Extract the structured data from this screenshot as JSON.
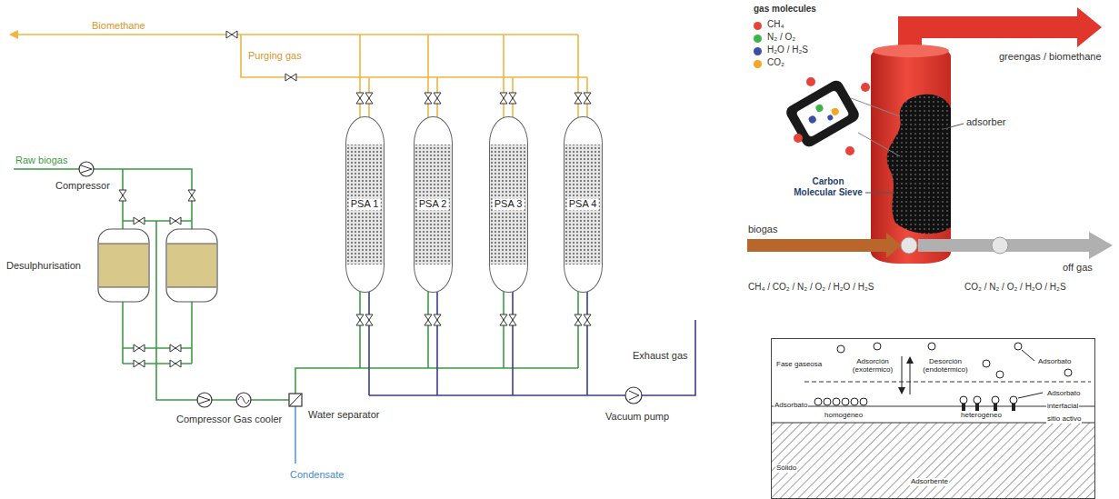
{
  "diagram": {
    "nodes": [
      {
        "text": [
          "PSA 1"
        ]
      },
      {
        "text": [
          "PSA 2"
        ]
      },
      {
        "text": [
          "PSA 3"
        ]
      },
      {
        "text": [
          "PSA 4"
        ]
      },
      {
        "text": [
          "Fase gaseosa",
          "Adsorción (exotérmico)",
          "Desorción (endotérmico)",
          "Adsorbato",
          "Adsorbato",
          "Adsorbato",
          "interfacial",
          "sitio activo",
          "homogéneo",
          "heterogéneo",
          "Sólido",
          "Adsorbente"
        ]
      }
    ],
    "labels": [
      "Biomethane",
      "Purging gas",
      "Raw biogas",
      "Compressor",
      "Desulphurisation",
      "Compressor",
      "Gas cooler",
      "Water separator",
      "Condensate",
      "Exhaust gas",
      "Vacuum pump",
      "gas molecules",
      "greengas / biomethane",
      "adsorber",
      "Carbon Molecular Sieve",
      "biogas",
      "CH₄ / CO₂ / N₂ / O₂ / H₂O / H₂S",
      "off gas",
      "CO₂ / N₂ / O₂ / H₂O / H₂S"
    ],
    "legend": [
      {
        "text": "CH₄",
        "color": "#e8433a"
      },
      {
        "text": "N₂ / O₂",
        "color": "#3bb54a"
      },
      {
        "text": "H₂O / H₂S",
        "color": "#3a4fa8"
      },
      {
        "text": "CO₂",
        "color": "#f5a623"
      }
    ]
  }
}
